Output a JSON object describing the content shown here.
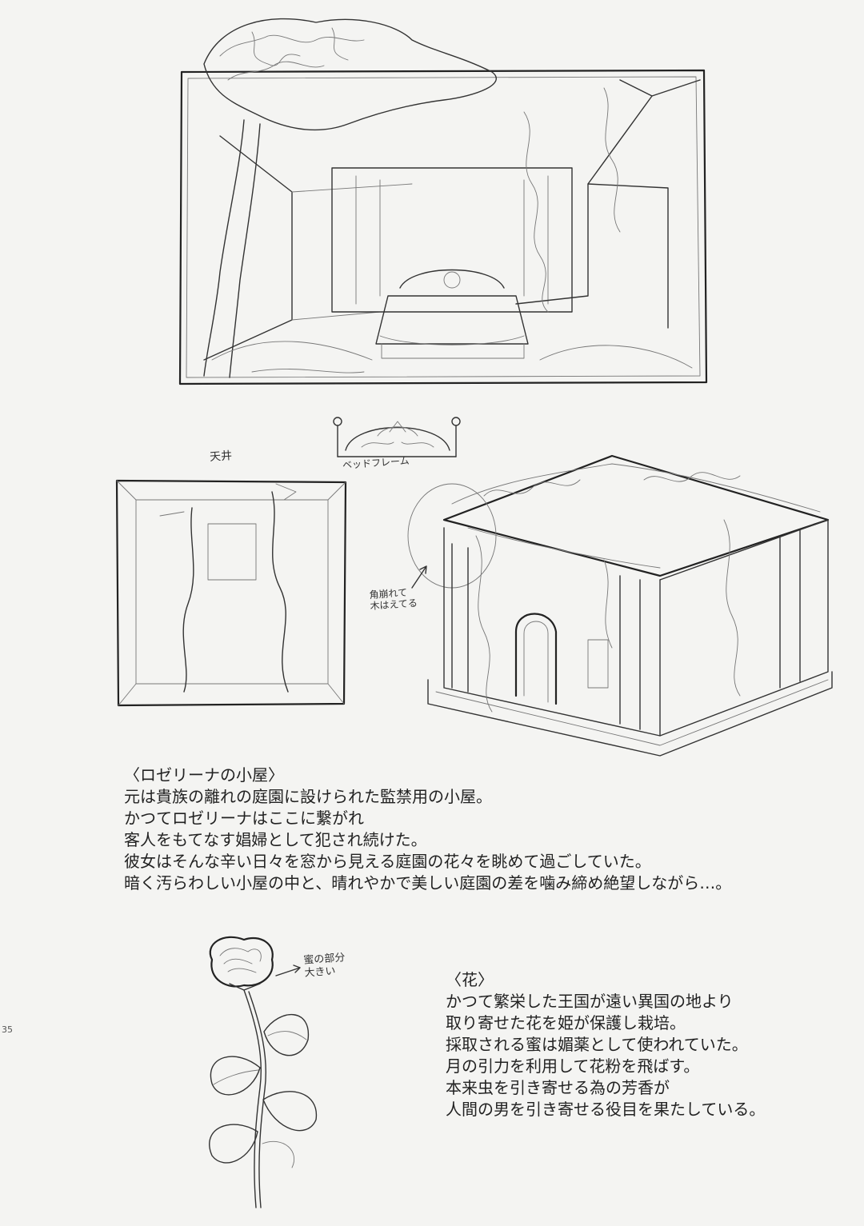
{
  "annotations": {
    "ceiling": "天井",
    "bed_frame": "ベッドフレーム",
    "collapsed_note": [
      "角崩れて",
      "木はえてる"
    ],
    "flower_note": [
      "蜜の部分",
      "大きい"
    ]
  },
  "hut_section": {
    "heading": "〈ロゼリーナの小屋〉",
    "lines": [
      "元は貴族の離れの庭園に設けられた監禁用の小屋。",
      "かつてロゼリーナはここに繋がれ",
      "客人をもてなす娼婦として犯され続けた。",
      "彼女はそんな辛い日々を窓から見える庭園の花々を眺めて過ごしていた。",
      "暗く汚らわしい小屋の中と、晴れやかで美しい庭園の差を噛み締め絶望しながら…。"
    ]
  },
  "flower_section": {
    "heading": "〈花〉",
    "lines": [
      "かつて繁栄した王国が遠い異国の地より",
      "取り寄せた花を姫が保護し栽培。",
      "採取される蜜は媚薬として使われていた。",
      "月の引力を利用して花粉を飛ばす。",
      "本来虫を引き寄せる為の芳香が",
      "人間の男を引き寄せる役目を果たしている。"
    ]
  },
  "page_number": "35"
}
